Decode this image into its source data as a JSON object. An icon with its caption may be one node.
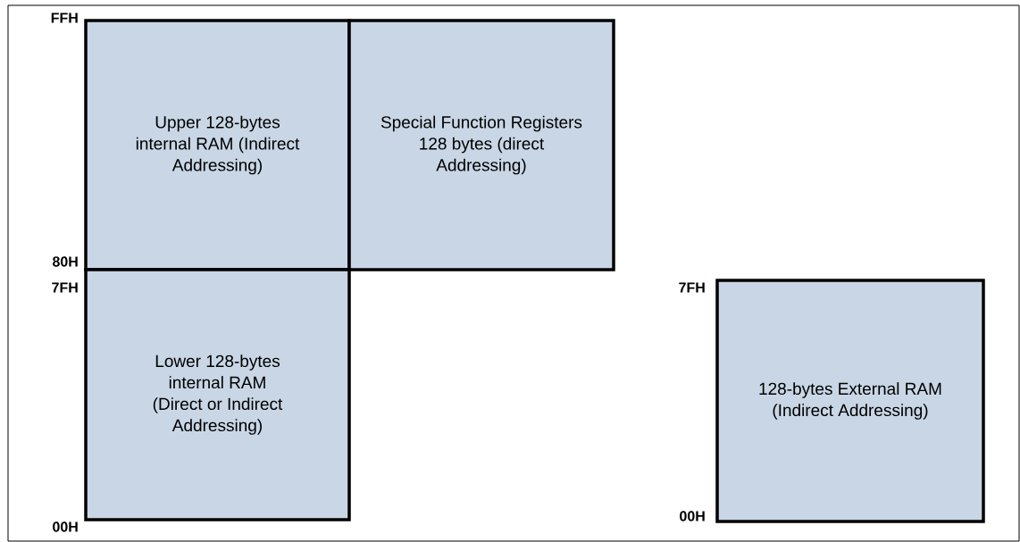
{
  "diagram": {
    "nodes": [
      {
        "text": [
          "Upper 128-bytes internal RAM (Indirect Addressing)"
        ]
      },
      {
        "text": [
          "Special Function Registers 128 bytes (direct Addressing)"
        ]
      },
      {
        "text": [
          "Lower 128-bytes internal RAM (Direct or Indirect Addressing)"
        ]
      },
      {
        "text": [
          "128-bytes External RAM (Indirect Addressing)"
        ]
      }
    ],
    "labels": [
      "FFH",
      "80H",
      "7FH",
      "00H",
      "7FH",
      "00H"
    ]
  }
}
